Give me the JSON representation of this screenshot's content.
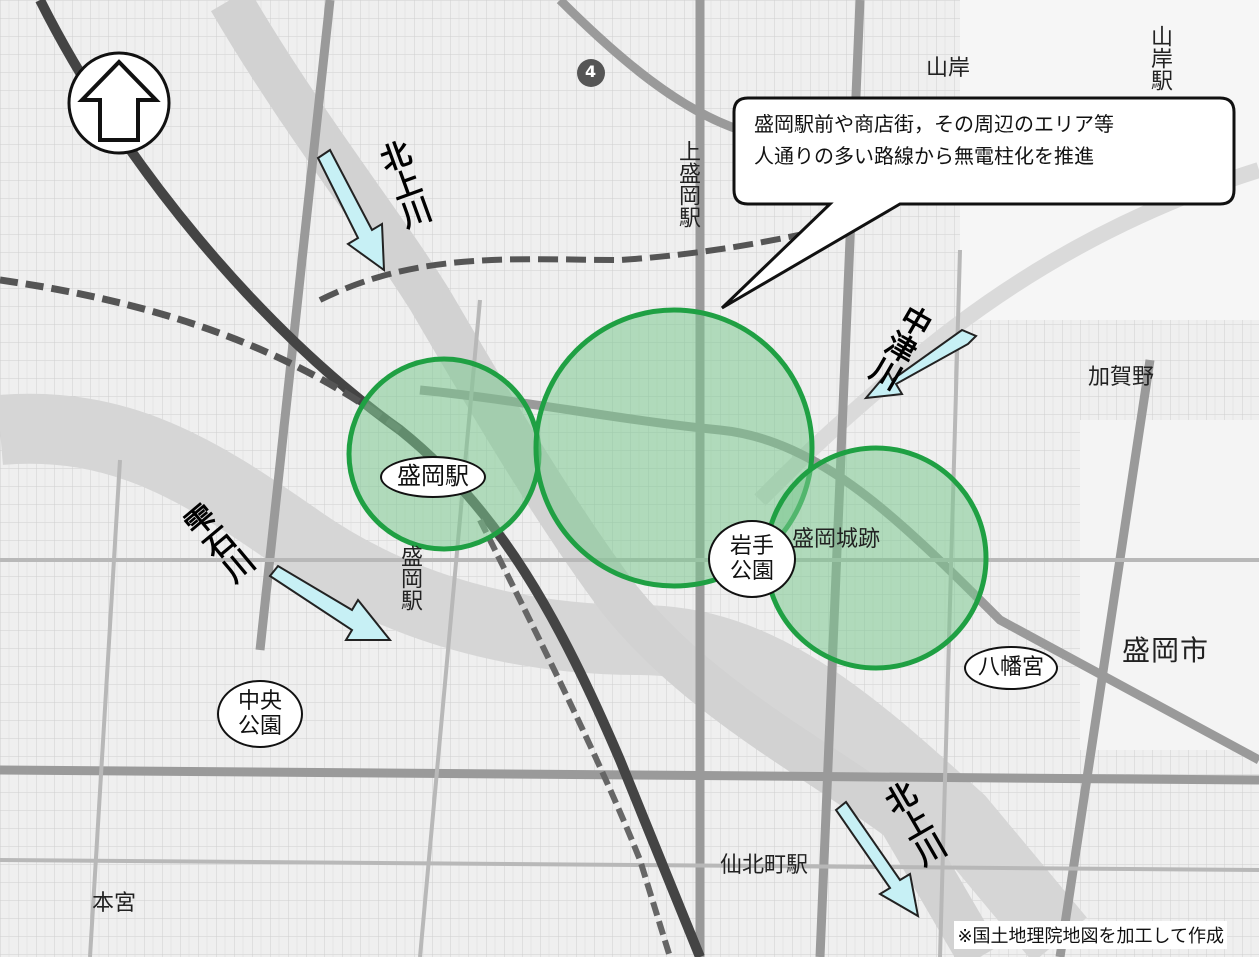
{
  "callout": {
    "line1": "盛岡駅前や商店街，その周辺のエリア等",
    "line2": "人通りの多い路線から無電柱化を推進"
  },
  "landmarks": {
    "morioka_station": "盛岡駅",
    "iwate_park": "岩手\n公園",
    "castle_ruins": "盛岡城跡",
    "hachimangu": "八幡宮",
    "central_park": "中央\n公園"
  },
  "place_names": {
    "yamagishi": "山岸",
    "yamagishi_station": "山岸駅",
    "kami_morioka_station": "上盛岡駅",
    "kagano": "加賀野",
    "morioka_city": "盛岡市",
    "morioka_station_map": "盛岡駅",
    "senboku_station": "仙北町駅",
    "motomiya": "本宮",
    "route_number": "4"
  },
  "rivers": {
    "kitakami_north": "北上川",
    "nakatsu": "中津川",
    "shizukuishi": "雫石川",
    "kitakami_south": "北上川"
  },
  "credit": "※国土地理院地図を加工して作成",
  "colors": {
    "zone_fill": "#7cc890",
    "zone_stroke": "#1fa043",
    "arrow_fill": "#c7f0f5"
  },
  "icons": [
    "north-arrow-icon",
    "river-flow-arrow-icon",
    "speech-callout"
  ]
}
